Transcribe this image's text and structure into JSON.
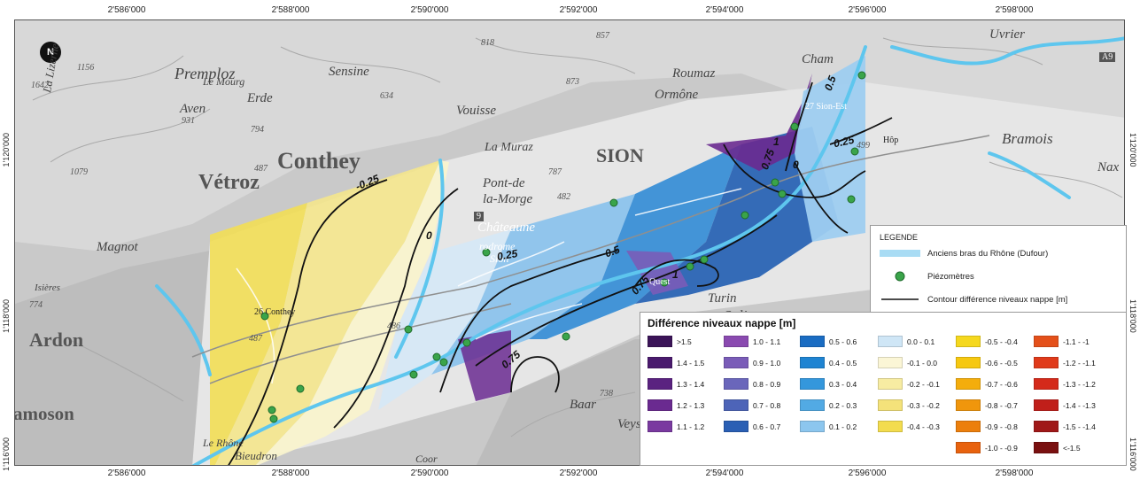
{
  "frame": {
    "top_ticks": [
      "2'586'000",
      "2'588'000",
      "2'590'000",
      "2'592'000",
      "2'594'000",
      "2'596'000",
      "2'598'000"
    ],
    "bottom_ticks": [
      "2'586'000",
      "2'588'000",
      "2'590'000",
      "2'592'000",
      "2'594'000",
      "2'596'000",
      "2'598'000"
    ],
    "left_ticks": [
      "1'120'000",
      "1'118'000",
      "1'116'000"
    ],
    "right_ticks": [
      "1'120'000",
      "1'118'000",
      "1'116'000"
    ]
  },
  "map": {
    "north_label": "N",
    "places": {
      "mourg": "Le Mourg",
      "premploz": "Premploz",
      "sensine": "Sensine",
      "roumaz": "Roumaz",
      "ormone": "Ormône",
      "champ": "Cham",
      "uvrier": "Uvrier",
      "aven": "Aven",
      "erde": "Erde",
      "vouisse": "Vouisse",
      "conthey": "Conthey",
      "vetroz": "Vétroz",
      "laliene": "La Lizerne",
      "muraz": "La Muraz",
      "sion": "SION",
      "pontdelamorge1": "Pont-de",
      "pontdelamorge2": "la-Morge",
      "chateauneuf": "Châteaune",
      "aerodrome": "rodrome",
      "aerodrome2": "Sion",
      "magnot": "Magnot",
      "isieres": "Isières",
      "ardon": "Ardon",
      "turin": "Turin",
      "salins": "Salins",
      "bramois": "Bramois",
      "nax": "Nax",
      "baar": "Baar",
      "veyso": "Veyso",
      "coor": "Coor",
      "bieudron": "Bieudron",
      "lerhone": "Le Rhône",
      "chamoson": "amoson",
      "sionest": "27 Sion-Est",
      "conthey_exit": "26 Conthey",
      "hop": "Hôp",
      "motorway": "A9",
      "route9": "9",
      "quest": "Quest"
    },
    "elevations": {
      "e1156": "1156",
      "e1642": "1642",
      "e931": "931",
      "e794": "794",
      "e818": "818",
      "e857": "857",
      "e873": "873",
      "e634": "634",
      "e1079": "1079",
      "e487a": "487",
      "e787": "787",
      "e482": "482",
      "e774": "774",
      "e487b": "487",
      "e486": "486",
      "e738": "738",
      "e499": "499"
    },
    "contour_labels": {
      "c_m025": "-0.25",
      "c_0": "0",
      "c_025": "0.25",
      "c_05": "0.5",
      "c_075": "0.75",
      "c_1": "1",
      "c_075b": "0.75",
      "c_075c": "0.75",
      "c_05b": "0.5",
      "c_025b": "0.25",
      "c_1b": "1",
      "c_0b": "0"
    }
  },
  "legend": {
    "title": "LEGENDE",
    "items": [
      {
        "label": "Anciens bras du Rhône (Dufour)",
        "symbol": "river-band"
      },
      {
        "label": "Piézomètres",
        "symbol": "green-dot"
      },
      {
        "label": "Contour différence niveaux nappe [m]",
        "symbol": "black-line"
      }
    ]
  },
  "scale": {
    "title": "Différence niveaux nappe [m]",
    "columns": [
      [
        {
          "label": ">1.5",
          "color": "#3b1458"
        },
        {
          "label": "1.4 - 1.5",
          "color": "#4a1a6e"
        },
        {
          "label": "1.3 - 1.4",
          "color": "#5a2280"
        },
        {
          "label": "1.2 - 1.3",
          "color": "#6a2a90"
        },
        {
          "label": "1.1 - 1.2",
          "color": "#7a3aa0"
        }
      ],
      [
        {
          "label": "1.0 - 1.1",
          "color": "#8a4ab0"
        },
        {
          "label": "0.9 - 1.0",
          "color": "#7a5cb8"
        },
        {
          "label": "0.8 - 0.9",
          "color": "#6a66bb"
        },
        {
          "label": "0.7 - 0.8",
          "color": "#4d64b8"
        },
        {
          "label": "0.6 - 0.7",
          "color": "#2a5fb4"
        }
      ],
      [
        {
          "label": "0.5 - 0.6",
          "color": "#1a6cc2"
        },
        {
          "label": "0.4 - 0.5",
          "color": "#1f84d2"
        },
        {
          "label": "0.3 - 0.4",
          "color": "#3497dc"
        },
        {
          "label": "0.2 - 0.3",
          "color": "#52aae4"
        },
        {
          "label": "0.1 - 0.2",
          "color": "#8cc6ee"
        }
      ],
      [
        {
          "label": "0.0 - 0.1",
          "color": "#cfe6f6"
        },
        {
          "label": "-0.1 - 0.0",
          "color": "#fbf6d6"
        },
        {
          "label": "-0.2 - -0.1",
          "color": "#f7eca2"
        },
        {
          "label": "-0.3 - -0.2",
          "color": "#f4e27a"
        },
        {
          "label": "-0.4 - -0.3",
          "color": "#f3dc4e"
        }
      ],
      [
        {
          "label": "-0.5 - -0.4",
          "color": "#f5d81e"
        },
        {
          "label": "-0.6 - -0.5",
          "color": "#f6c810"
        },
        {
          "label": "-0.7 - -0.6",
          "color": "#f4ad0c"
        },
        {
          "label": "-0.8 - -0.7",
          "color": "#f0960c"
        },
        {
          "label": "-0.9 - -0.8",
          "color": "#ec7f0c"
        },
        {
          "label": "-1.0 - -0.9",
          "color": "#e8620e"
        }
      ],
      [
        {
          "label": "-1.1 - -1",
          "color": "#e4501a"
        },
        {
          "label": "-1.2 - -1.1",
          "color": "#e03a1a"
        },
        {
          "label": "-1.3 - -1.2",
          "color": "#d42a1a"
        },
        {
          "label": "-1.4 - -1.3",
          "color": "#c01f1a"
        },
        {
          "label": "-1.5 - -1.4",
          "color": "#a01818"
        },
        {
          "label": "<-1.5",
          "color": "#7a1010"
        }
      ]
    ]
  }
}
